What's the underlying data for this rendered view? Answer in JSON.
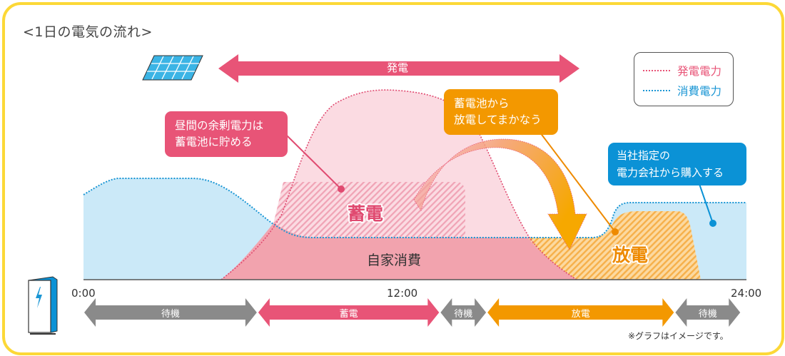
{
  "title": "<1日の電気の流れ>",
  "generation_arrow": {
    "label": "発電",
    "color": "#e85477"
  },
  "legend": {
    "items": [
      {
        "label": "発電電力",
        "color": "#e85477",
        "style": "dotted"
      },
      {
        "label": "消費電力",
        "color": "#1a96d4",
        "style": "dotted"
      }
    ]
  },
  "callouts": {
    "surplus": {
      "line1": "昼間の余剰電力は",
      "line2": "蓄電池に貯める",
      "color": "#e85477"
    },
    "discharge": {
      "line1": "蓄電池から",
      "line2": "放電してまかなう",
      "color": "#f39800"
    },
    "purchase": {
      "line1": "当社指定の",
      "line2": "電力会社から購入する",
      "color": "#0b92d6"
    }
  },
  "areas": {
    "charge_label": "蓄電",
    "self_consumption_label": "自家消費",
    "discharge_label": "放電"
  },
  "axis": {
    "ticks": [
      "0:00",
      "12:00",
      "24:00"
    ]
  },
  "battery_modes": [
    {
      "label": "待機",
      "color": "#8a8a8a",
      "from_hour": 0,
      "to_hour": 6.3
    },
    {
      "label": "蓄電",
      "color": "#e85477",
      "from_hour": 6.3,
      "to_hour": 12.9
    },
    {
      "label": "待機",
      "color": "#8a8a8a",
      "from_hour": 12.9,
      "to_hour": 14.6
    },
    {
      "label": "放電",
      "color": "#f39800",
      "from_hour": 14.6,
      "to_hour": 21.4
    },
    {
      "label": "待機",
      "color": "#8a8a8a",
      "from_hour": 21.4,
      "to_hour": 23.8
    }
  ],
  "note": "※グラフはイメージです。",
  "icons": {
    "solar_panel": "solar-panel-icon",
    "battery": "home-battery-icon"
  },
  "colors": {
    "frame": "#fcd837",
    "generation_fill": "#fbdbe2",
    "consumption_fill": "#cbe9f8",
    "self_consumption_fill": "#f2a3ae",
    "discharge_fill": "#fbc77a"
  }
}
